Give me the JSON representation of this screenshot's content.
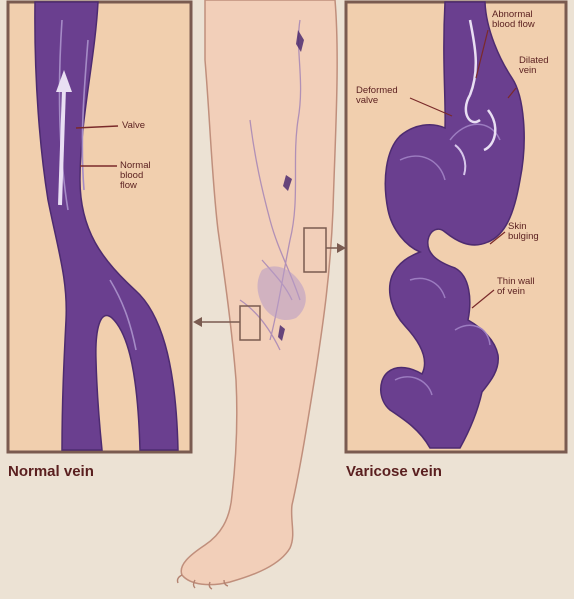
{
  "normal_panel": {
    "caption": "Normal vein",
    "labels": {
      "valve": "Valve",
      "normal_blood_flow": "Normal\nblood\nflow"
    }
  },
  "varicose_panel": {
    "caption": "Varicose vein",
    "labels": {
      "abnormal_blood_flow": "Abnormal\nblood flow",
      "dilated_vein": "Dilated\nvein",
      "deformed_valve": "Deformed\nvalve",
      "skin_bulging": "Skin\nbulging",
      "thin_wall_of_vein": "Thin wall\nof vein"
    }
  },
  "colors": {
    "background": "#ece2d4",
    "panel_fill": "#f1cfae",
    "panel_border": "#7a5b50",
    "vein": "#6a3f8f",
    "vein_dark": "#4d2b70",
    "skin": "#f2cfb9",
    "label_text": "#5a1f1f"
  }
}
